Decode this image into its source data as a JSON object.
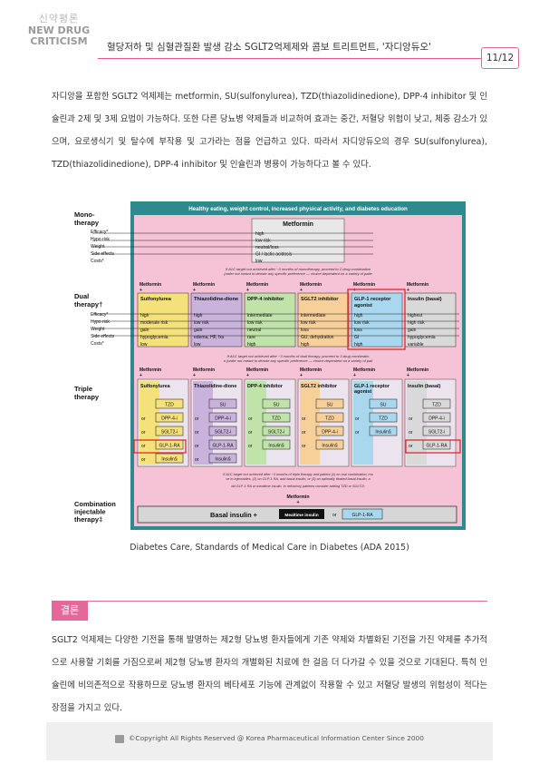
{
  "header": {
    "logo_line1": "신약평론",
    "logo_line2": "NEW DRUG",
    "logo_line3": "CRITICISM",
    "title": "혈당저하 및 심혈관질환 발생 감소 SGLT2억제제와 콤보 트리트먼트, '자디앙듀오'",
    "page": "11/12"
  },
  "paragraph1": "자디앙을 포함한 SGLT2 억제제는 metformin, SU(sulfonylurea), TZD(thiazolidinedione), DPP-4 inhibitor 및 인슐린과 2제 및 3제 요법이 가능하다. 또한 다른 당뇨병 약제들과 비교하여 효과는 중간, 저혈당 위험이 낮고, 체중 감소가 있으며, 요로생식기 및 탈수에 부작용 및 고가라는 점을 언급하고 있다. 따라서 자디앙듀오의 경우 SU(sulfonylurea), TZD(thiazolidinedione), DPP-4 inhibitor 및 인슐린과 병용이 가능하다고 볼 수 있다.",
  "figure": {
    "banner": "Healthy eating, weight control, increased physical activity, and diabetes education",
    "left_labels": {
      "mono": [
        "Mono-",
        "therapy"
      ],
      "mono_rows": [
        "Efficacy*",
        "Hypo risk",
        "Weight",
        "Side effects",
        "Costs*"
      ],
      "dual": [
        "Dual",
        "therapy†"
      ],
      "dual_rows": [
        "Efficacy*",
        "Hypo risk",
        "Weight",
        "Side effects",
        "Costs*"
      ],
      "triple": [
        "Triple",
        "therapy"
      ],
      "combo": [
        "Combination",
        "injectable",
        "therapy‡"
      ]
    },
    "metformin_title": "Metformin",
    "metformin_rows": [
      "high",
      "low risk",
      "neutral/loss",
      "GI / lactic acidosis",
      "low"
    ],
    "note1": "If A1C target not achieved after ~3 months of monotherapy, proceed to 2-drug combination (order not meant to denote any specific preference — choice dependent on a variety of patient- and disease-specific factors):",
    "note2": "If A1C target not achieved after ~3 months of dual therapy, proceed to 3-drug combination (order not meant to denote any specific preference — choice dependent on a variety of patient- and disease-specific factors):",
    "note3": "If A1C target not achieved after ~3 months of triple therapy and patient (1) on oral combination, move to injectables, (2) on GLP-1 RA, add basal insulin, or (3) on optimally titrated basal insulin, add GLP-1 RA or mealtime insulin. In refractory patients consider adding TZD or SGLT2i:",
    "metformin_plus": "Metformin +",
    "dual": [
      {
        "drug": "Sulfonylurea",
        "rows": [
          "high",
          "moderate risk",
          "gain",
          "hypoglycemia",
          "low"
        ],
        "color": "#f4e17a"
      },
      {
        "drug": "Thiazolidine-dione",
        "rows": [
          "high",
          "low risk",
          "gain",
          "edema, HF, fxs",
          "low"
        ],
        "color": "#c9b2dc"
      },
      {
        "drug": "DPP-4 inhibitor",
        "rows": [
          "intermediate",
          "low risk",
          "neutral",
          "rare",
          "high"
        ],
        "color": "#bfe3a9"
      },
      {
        "drug": "SGLT2 inhibitor",
        "rows": [
          "intermediate",
          "low risk",
          "loss",
          "GU, dehydration",
          "high"
        ],
        "color": "#f7cf99"
      },
      {
        "drug": "GLP-1 receptor agonist",
        "rows": [
          "high",
          "low risk",
          "loss",
          "GI",
          "high"
        ],
        "color": "#a9d8ee"
      },
      {
        "drug": "Insulin (basal)",
        "rows": [
          "highest",
          "high risk",
          "gain",
          "hypoglycemia",
          "variable"
        ],
        "color": "#d9d9d9"
      }
    ],
    "triple": [
      {
        "drug": "Sulfonylurea",
        "opts": [
          "TZD",
          "DPP-4-i",
          "SGLT2-i",
          "GLP-1-RA",
          "Insulin§"
        ],
        "color": "#f4e17a"
      },
      {
        "drug": "Thiazolidine-dione",
        "opts": [
          "SU",
          "DPP-4-i",
          "SGLT2-i",
          "GLP-1-RA",
          "Insulin§"
        ],
        "color": "#c9b2dc"
      },
      {
        "drug": "DPP-4 inhibitor",
        "opts": [
          "SU",
          "TZD",
          "SGLT2-i",
          "Insulin§"
        ],
        "color": "#bfe3a9"
      },
      {
        "drug": "SGLT2 inhibitor",
        "opts": [
          "SU",
          "TZD",
          "DPP-4-i",
          "Insulin§"
        ],
        "color": "#f7cf99"
      },
      {
        "drug": "GLP-1 receptor agonist",
        "opts": [
          "SU",
          "TZD",
          "Insulin§"
        ],
        "color": "#a9d8ee"
      },
      {
        "drug": "Insulin (basal)",
        "opts": [
          "TZD",
          "DPP-4-i",
          "SGLT2-i",
          "GLP-1-RA"
        ],
        "color": "#d9d9d9"
      }
    ],
    "or": "or",
    "metformin_word": "Metformin",
    "plus": "+",
    "basal": "Basal insulin +",
    "mealtime": "Mealtime insulin",
    "glp": "GLP-1-RA"
  },
  "caption": "Diabetes Care, Standards of Medical Care in Diabetes (ADA 2015)",
  "conclusion_tag": "결론",
  "paragraph2": "SGLT2 억제제는 다양한 기전을 통해 발명하는 제2형 당뇨병 환자들에게 기존 약제와 차별화된 기전을 가진 약제를 추가적으로 사용할 기회를 가짐으로써 제2형 당뇨병 환자의 개별화된 치료에 한 걸음 더 다가갈 수 있을 것으로 기대된다. 특히 인슐린에 비의존적으로 작용하므로 당뇨병 환자의 베타세포 기능에 관계없이 작용할 수 있고 저혈당 발생의 위험성이 적다는 장점을 가지고 있다.",
  "footer": "©Copyright All Rights Reserved @ Korea Pharmaceutical Information Center Since 2000"
}
